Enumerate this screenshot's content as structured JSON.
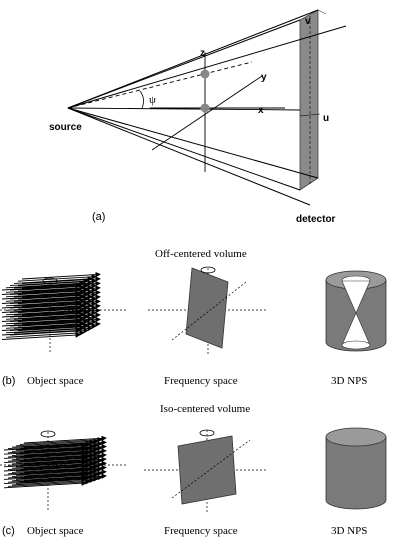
{
  "panel_a": {
    "source_label": "source",
    "detector_label": "detector",
    "axis_x": "x",
    "axis_y": "y",
    "axis_z": "z",
    "axis_u": "u",
    "axis_v": "v",
    "angle_label": "ψ",
    "panel_label": "(a)"
  },
  "panel_b": {
    "heading": "Off-centered volume",
    "panel_label": "(b)",
    "object_label": "Object space",
    "frequency_label": "Frequency space",
    "nps_label": "3D NPS"
  },
  "panel_c": {
    "heading": "Iso-centered volume",
    "panel_label": "(c)",
    "object_label": "Object space",
    "frequency_label": "Frequency space",
    "nps_label": "3D NPS"
  },
  "colors": {
    "detector": "#8a8a8a",
    "plane": "#6f6f6f",
    "cylinder": "#7a7a7a",
    "cylinder_top": "#9a9a9a",
    "ink": "#000000"
  }
}
